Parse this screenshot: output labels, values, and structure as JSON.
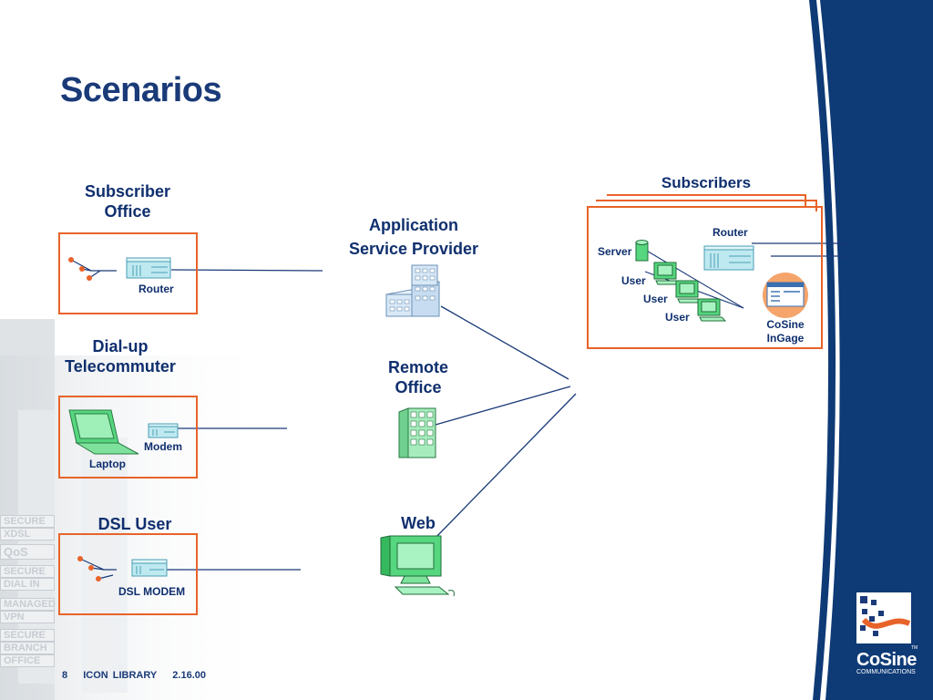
{
  "slide": {
    "title": "Scenarios",
    "footer": {
      "page": "8",
      "library": "ICON LIBRARY",
      "date": "2.16.00"
    },
    "brand": {
      "name": "CoSine",
      "sub": "COMMUNICATIONS",
      "tm": "TM"
    },
    "accent_color": "#e8632a",
    "brand_color": "#0e3a76"
  },
  "left": {
    "subscriber_office": {
      "title_line1": "Subscriber",
      "title_line2": "Office",
      "router": "Router"
    },
    "dialup": {
      "title_line1": "Dial-up",
      "title_line2": "Telecommuter",
      "modem": "Modem",
      "laptop": "Laptop"
    },
    "dsl": {
      "title": "DSL User",
      "modem": "DSL MODEM"
    }
  },
  "center": {
    "asp": {
      "line1": "Application",
      "line2": "Service Provider"
    },
    "remote": {
      "line1": "Remote",
      "line2": "Office"
    },
    "web": {
      "label": "Web"
    }
  },
  "right": {
    "title": "Subscribers",
    "router": "Router",
    "server": "Server",
    "users": [
      "User",
      "User",
      "User"
    ],
    "ingage_line1": "CoSine",
    "ingage_line2": "InGage"
  },
  "watermark": [
    "SECURE",
    "XDSL",
    "QoS",
    "SECURE",
    "DIAL IN",
    "MANAGED",
    "VPN",
    "SECURE",
    "BRANCH",
    "OFFICE"
  ]
}
